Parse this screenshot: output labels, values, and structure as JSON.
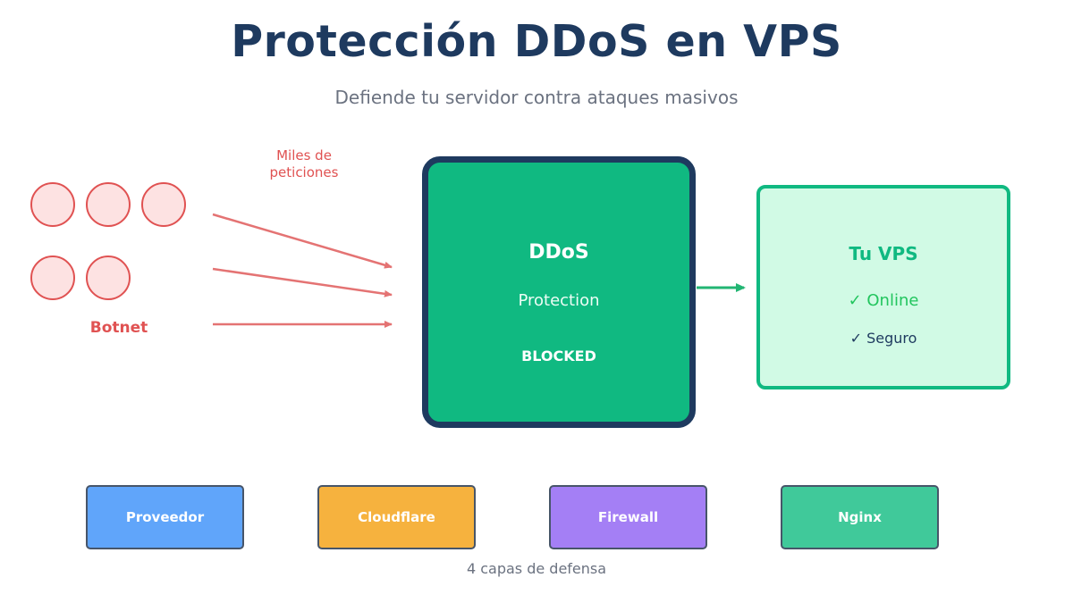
{
  "title": "Protección DDoS en VPS",
  "subtitle": "Defiende tu servidor contra ataques masivos",
  "attack": {
    "label_line1": "Miles de",
    "label_line2": "peticiones",
    "botnet_label": "Botnet",
    "bot_count": 5,
    "color": "#e05252"
  },
  "shield": {
    "title": "DDoS",
    "subtitle": "Protection",
    "status": "BLOCKED",
    "fill_color": "#10b981",
    "border_color": "#1e3a5f"
  },
  "vps": {
    "title": "Tu VPS",
    "online": "✓ Online",
    "secure": "✓ Seguro",
    "fill_color": "#d1fae5",
    "border_color": "#10b981"
  },
  "layers": [
    {
      "label": "Proveedor",
      "color": "#60a5fa"
    },
    {
      "label": "Cloudflare",
      "color": "#f6b23e"
    },
    {
      "label": "Firewall",
      "color": "#a47ff5"
    },
    {
      "label": "Nginx",
      "color": "#40c99a"
    }
  ],
  "layers_caption": "4 capas de defensa"
}
